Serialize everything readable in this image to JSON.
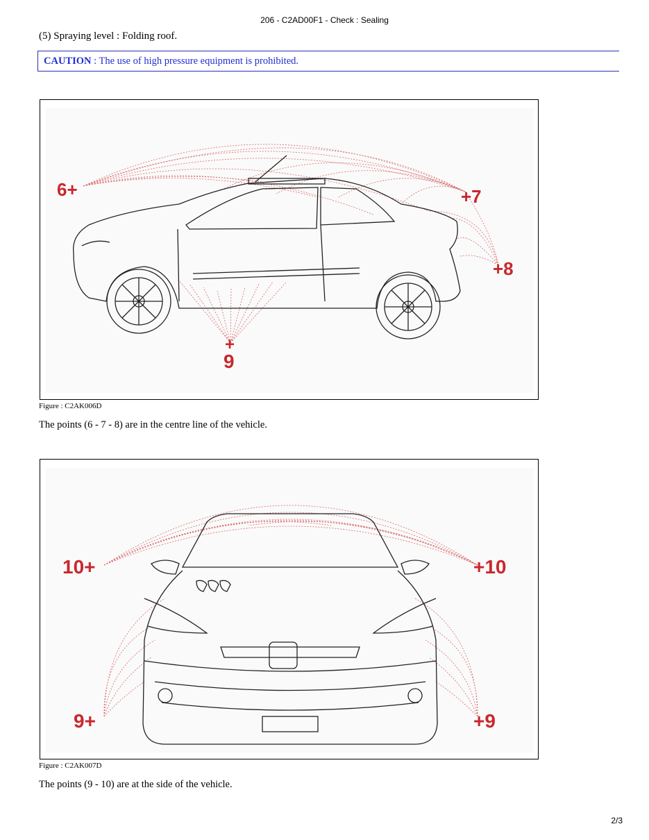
{
  "header": {
    "title": "206 - C2AD00F1 - Check : Sealing"
  },
  "step": {
    "text": "(5) Spraying level : Folding roof."
  },
  "caution": {
    "label": "CAUTION",
    "text": " : The use of high pressure equipment is prohibited."
  },
  "figures": [
    {
      "caption": "Figure : C2AK006D",
      "labels": {
        "p6": "6+",
        "p7": "+7",
        "p8": "+8",
        "p9_plus": "+",
        "p9": "9"
      }
    },
    {
      "caption": "Figure : C2AK007D",
      "labels": {
        "p10_left": "10+",
        "p10_right": "+10",
        "p9_left": "9+",
        "p9_right": "+9"
      }
    }
  ],
  "paragraphs": [
    "The points (6 - 7 - 8) are in the centre line of the vehicle.",
    "The points (9 - 10) are at the side of the vehicle."
  ],
  "page": {
    "number": "2/3"
  },
  "colors": {
    "accent_red": "#c8282d",
    "caution_blue": "#1f2fd0"
  }
}
